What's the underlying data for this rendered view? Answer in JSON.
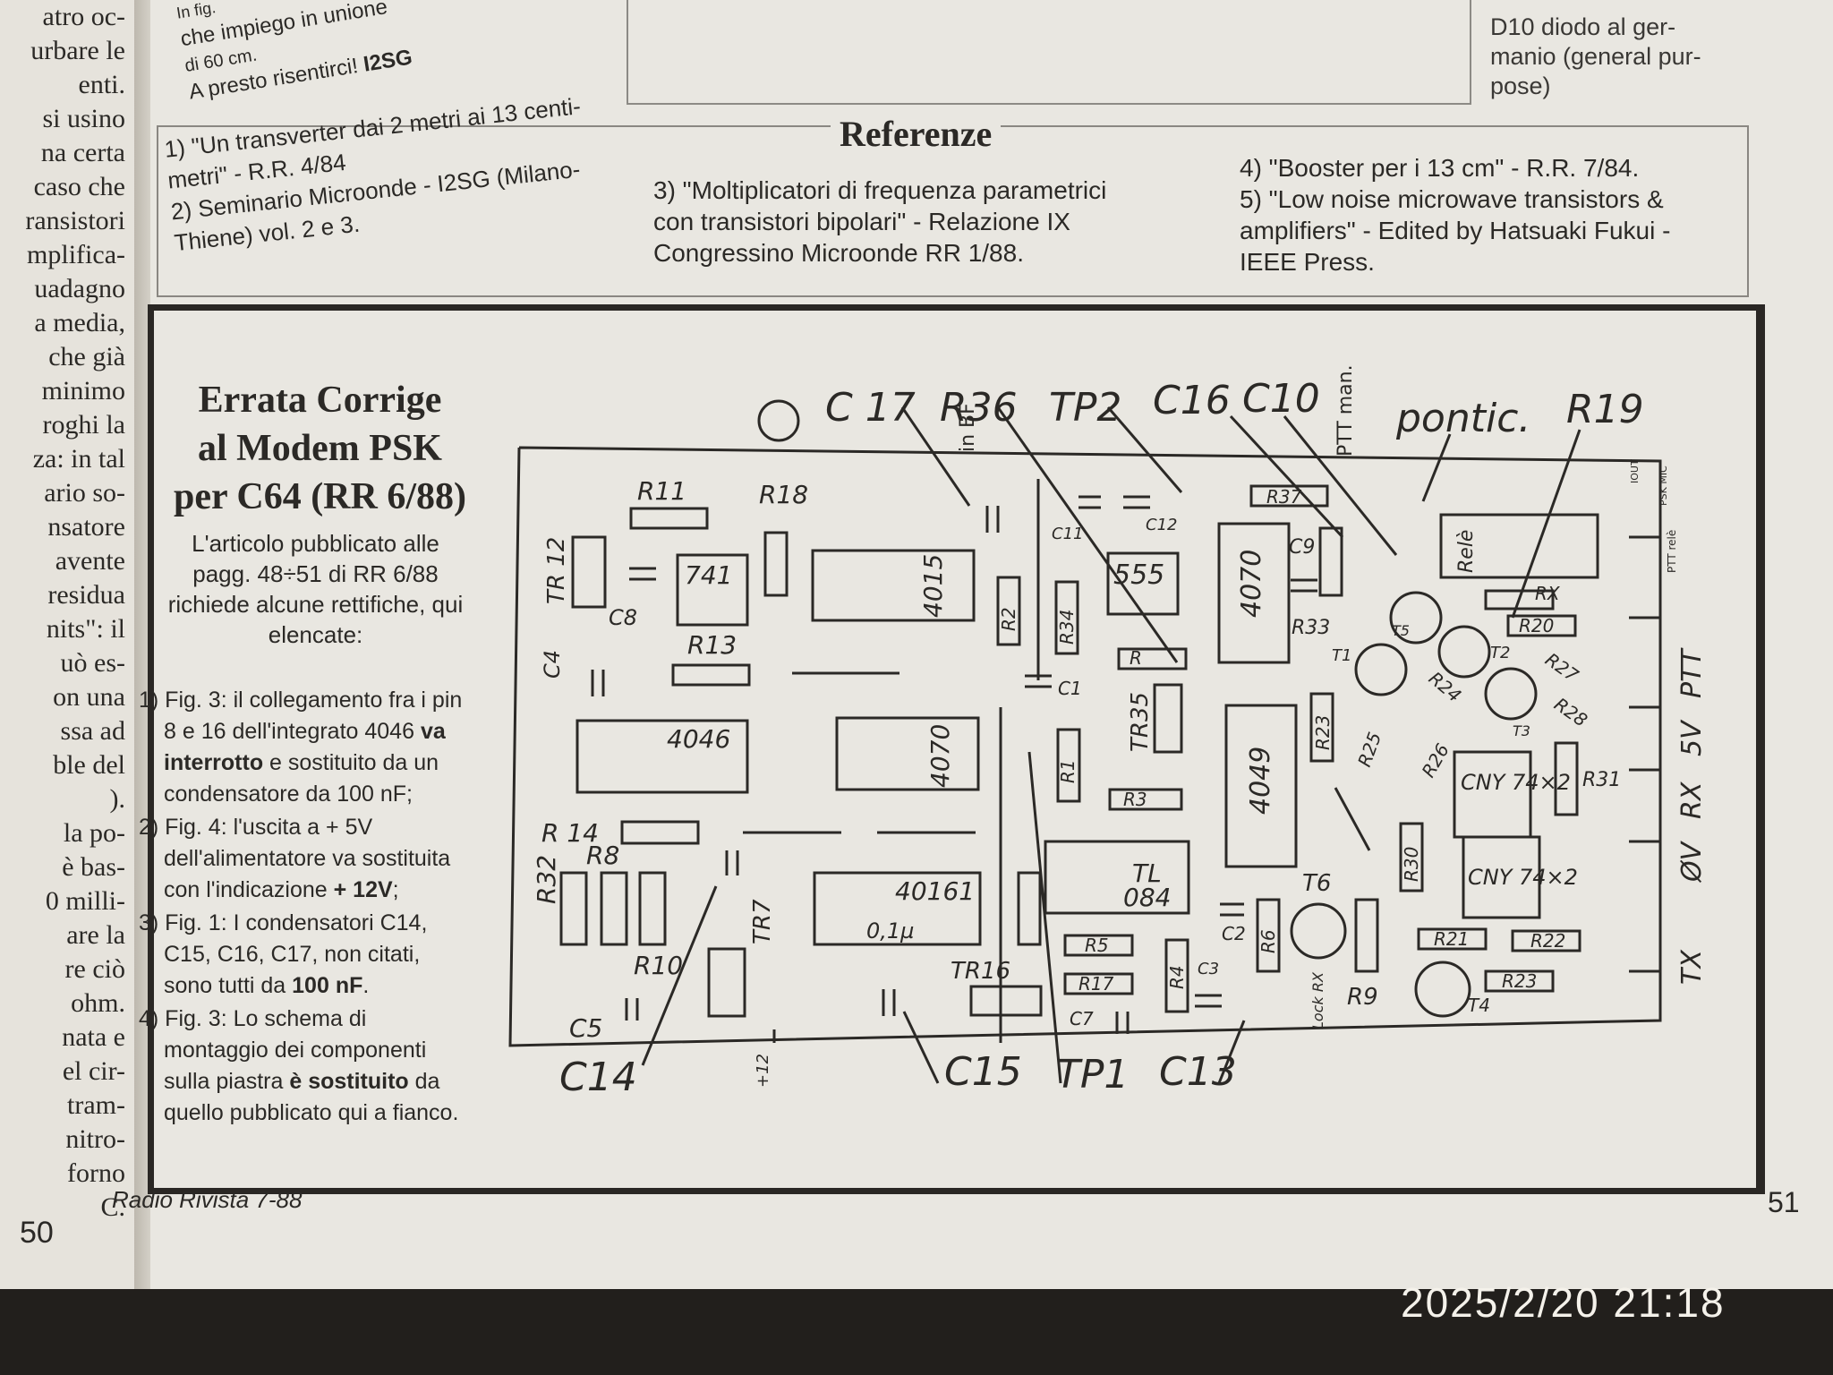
{
  "left_page": {
    "lines": [
      "atro oc-",
      "urbare le",
      "enti.",
      "si usino",
      "na certa",
      "caso che",
      "ransistori",
      "mplifica-",
      "uadagno",
      "a media,",
      "che già",
      "minimo",
      "roghi la",
      "za: in tal",
      "ario so-",
      "nsatore",
      "avente",
      "residua",
      "nits\": il",
      "uò es-",
      "on una",
      "ssa ad",
      "ble del",
      ").",
      "la po-",
      "è bas-",
      "0 milli-",
      "are la",
      "re ciò",
      "ohm.",
      "nata e",
      "el cir-",
      "tram-",
      "nitro-",
      "forno",
      "C."
    ],
    "page_number": "50"
  },
  "top_snippet": {
    "lines": [
      "In fig.",
      "che impiego in unione",
      "di 60 cm."
    ],
    "closing_prefix": "A presto risentirci! ",
    "closing_call": "I2SG"
  },
  "d10_note": "D10     diodo al ger-\nmanio (general pur-\npose)",
  "referenze": {
    "title": "Referenze",
    "col1": [
      "1) \"Un transverter dai 2 metri ai 13 centi-",
      "metri\" - R.R. 4/84",
      "2) Seminario Microonde - I2SG (Milano-",
      "Thiene) vol. 2 e 3."
    ],
    "col2": [
      "3) \"Moltiplicatori di frequenza parametrici",
      "con transistori bipolari\" - Relazione IX",
      "Congressino Microonde  RR 1/88."
    ],
    "col3": [
      "4) \"Booster per i 13 cm\" - R.R. 7/84.",
      "5) \"Low noise microwave transistors &",
      "amplifiers\" - Edited by Hatsuaki Fukui -",
      "IEEE Press."
    ]
  },
  "errata": {
    "title_lines": [
      "Errata Corrige",
      "al Modem PSK",
      "per C64 (RR 6/88)"
    ],
    "intro": "L'articolo pubblicato alle pagg. 48÷51 di RR 6/88 richiede alcune rettifiche, qui elencate:",
    "item1_a": "1) Fig. 3: il collegamento fra i pin 8 e 16 dell'integrato 4046 ",
    "item1_b": "va interrotto",
    "item1_c": " e sostituito da un condensatore da 100 nF;",
    "item2_a": "2) Fig. 4: l'uscita a + 5V dell'alimentatore va sostituita con l'indicazione ",
    "item2_b": "+ 12V",
    "item2_c": ";",
    "item3_a": "3) Fig. 1: I condensatori C14, C15, C16, C17, non citati, sono tutti da ",
    "item3_b": "100 nF",
    "item3_c": ".",
    "item4_a": "4) Fig. 3: Lo schema di montaggio dei componenti sulla piastra ",
    "item4_b": "è sostituito",
    "item4_c": " da quello pubblicato qui a fianco."
  },
  "diagram": {
    "callouts_top": [
      "C 17",
      "R36",
      "TP2",
      "C16",
      "C10",
      "pontic.",
      "R19"
    ],
    "callouts_bottom": [
      "C14",
      "C15",
      "TP1",
      "C13"
    ],
    "in_bf": "in BF",
    "ptt_man": "PTT man.",
    "ic_labels": [
      "741",
      "4015",
      "555",
      "4070",
      "4046",
      "4070",
      "4049",
      "40161",
      "084"
    ],
    "resistor_labels": [
      "R11",
      "R18",
      "R13",
      "R2",
      "R34",
      "R37",
      "R",
      "R33",
      "R20",
      "RX",
      "R27",
      "R28",
      "R24",
      "R25",
      "R26",
      "R23",
      "R1",
      "R3",
      "R31",
      "R30",
      "R5",
      "R17",
      "R4",
      "R6",
      "R9",
      "R21",
      "R22",
      "R23",
      "R10",
      "R8",
      "R32",
      "R 14"
    ],
    "capacitor_labels": [
      "C11",
      "C12",
      "C9",
      "C8",
      "C4",
      "C1",
      "C5",
      "C7",
      "C2",
      "C3"
    ],
    "trimmer_labels": [
      "TR 12",
      "TR35",
      "TR7",
      "TR16"
    ],
    "transistor_labels": [
      "T1",
      "T2",
      "T3",
      "T5",
      "T6",
      "T4"
    ],
    "misc_labels": [
      "CNY 74×2",
      "CNY 74×2",
      "Relè",
      "TL",
      "0,1µ",
      "Lock RX",
      "+12",
      "IOUT",
      "PSK MIC",
      "PTT relè"
    ],
    "edge_labels": [
      "PTT",
      "5V",
      "RX",
      "ØV",
      "TX"
    ]
  },
  "footer": {
    "magazine": "Radio Rivista  7-88",
    "page_number": "51"
  },
  "timestamp": "2025/2/20 21:18"
}
